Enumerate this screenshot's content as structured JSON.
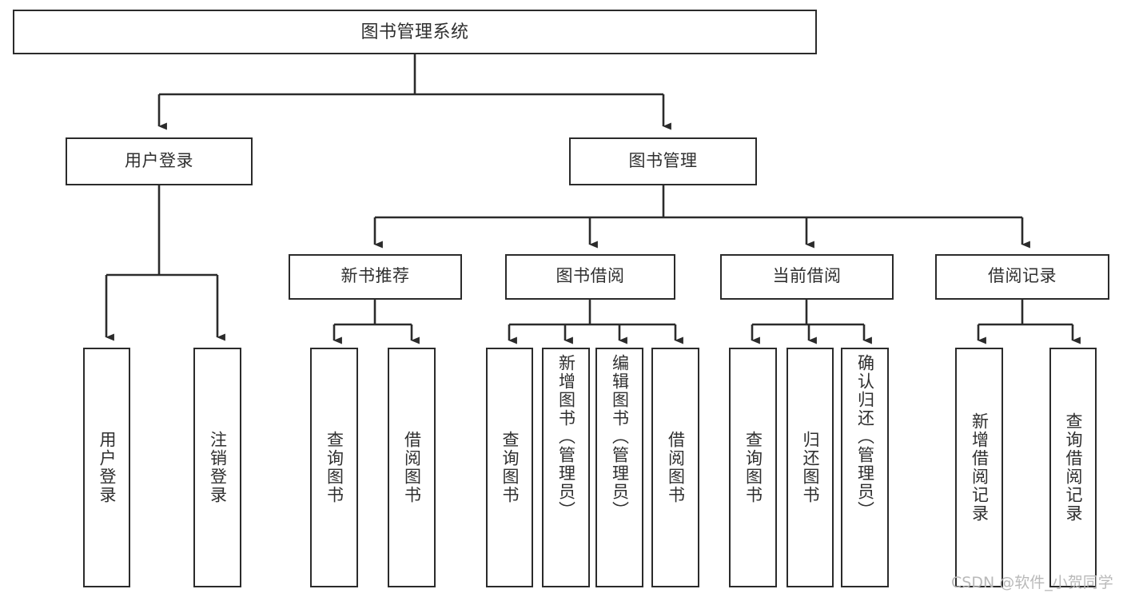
{
  "diagram": {
    "type": "tree",
    "title": "图书管理系统",
    "watermark": "CSDN @软件_小贺同学",
    "style": {
      "box_fill": "#ffffff",
      "box_stroke": "#2b2b2b",
      "text_color": "#2f2f2f",
      "edge_color": "#2b2b2b",
      "background": "#ffffff"
    },
    "nodes": {
      "root": {
        "label": "图书管理系统"
      },
      "level1": [
        {
          "label": "用户登录"
        },
        {
          "label": "图书管理"
        }
      ],
      "level2": [
        {
          "label": "新书推荐"
        },
        {
          "label": "图书借阅"
        },
        {
          "label": "当前借阅"
        },
        {
          "label": "借阅记录"
        }
      ],
      "leaves": {
        "user_login": [
          {
            "label": "用户登录"
          },
          {
            "label": "注销登录"
          }
        ],
        "new_book_rec": [
          {
            "label": "查询图书"
          },
          {
            "label": "借阅图书"
          }
        ],
        "book_borrow": [
          {
            "label": "查询图书"
          },
          {
            "label": "新增图书（管理员）"
          },
          {
            "label": "编辑图书（管理员）"
          },
          {
            "label": "借阅图书"
          }
        ],
        "current_borrow": [
          {
            "label": "查询图书"
          },
          {
            "label": "归还图书"
          },
          {
            "label": "确认归还（管理员）"
          }
        ],
        "borrow_record": [
          {
            "label": "新增借阅记录"
          },
          {
            "label": "查询借阅记录"
          }
        ]
      }
    }
  }
}
